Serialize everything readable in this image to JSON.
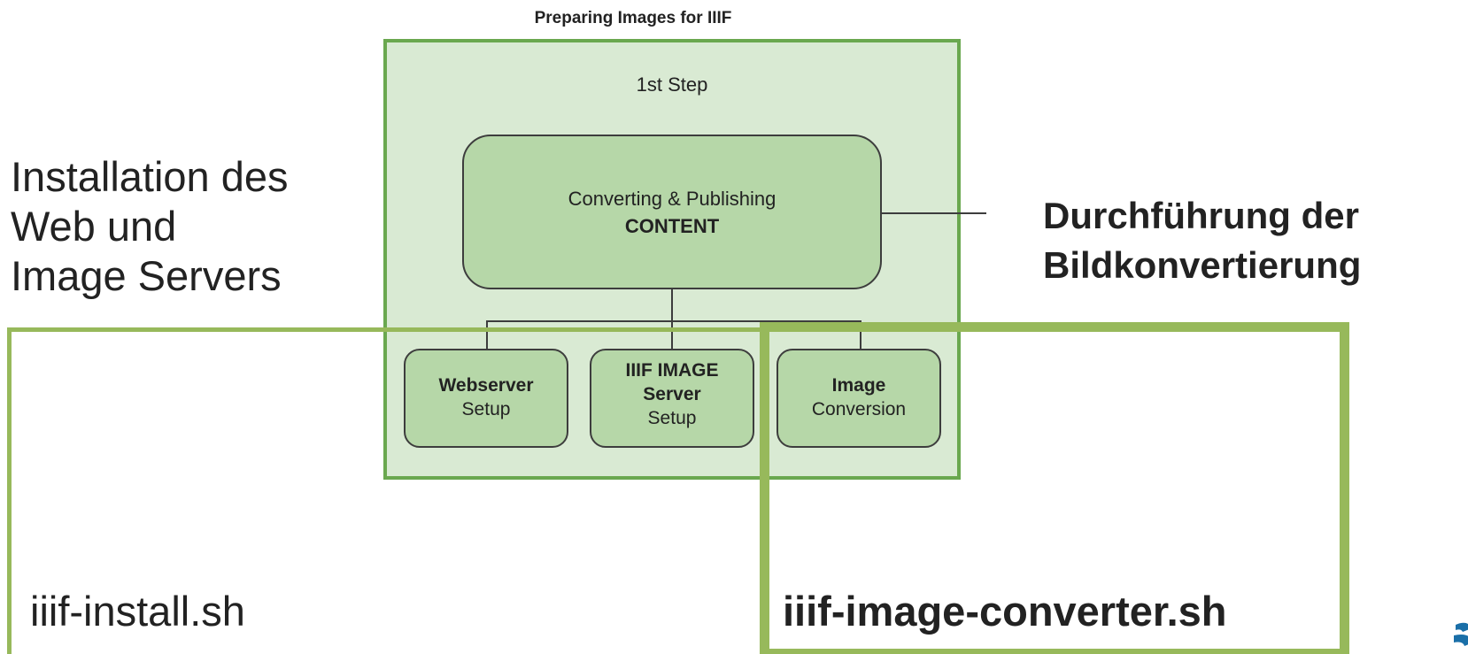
{
  "diagram": {
    "title": "Preparing Images for IIIF",
    "step_label": "1st Step",
    "content_box": {
      "line1": "Converting & Publishing",
      "line2": "CONTENT"
    },
    "sub_boxes": [
      {
        "bold": "Webserver",
        "normal": "Setup"
      },
      {
        "bold": "IIIF IMAGE Server",
        "bold_line1": "IIIF IMAGE",
        "bold_line2": "Server",
        "normal": "Setup"
      },
      {
        "bold": "Image",
        "normal": "Conversion"
      }
    ]
  },
  "annotations": {
    "left": {
      "line1": "Installation des",
      "line2": "Web und",
      "line3": "Image Servers",
      "script": "iiif-install.sh"
    },
    "right": {
      "line1": "Durchführung der",
      "line2": "Bildkonvertierung",
      "script": "iiif-image-converter.sh"
    }
  },
  "colors": {
    "step_fill": "#d9ead3",
    "step_border": "#6aa84f",
    "box_fill": "#b6d7a8",
    "frame": "#97b95b",
    "logo": "#1a6fa8"
  }
}
